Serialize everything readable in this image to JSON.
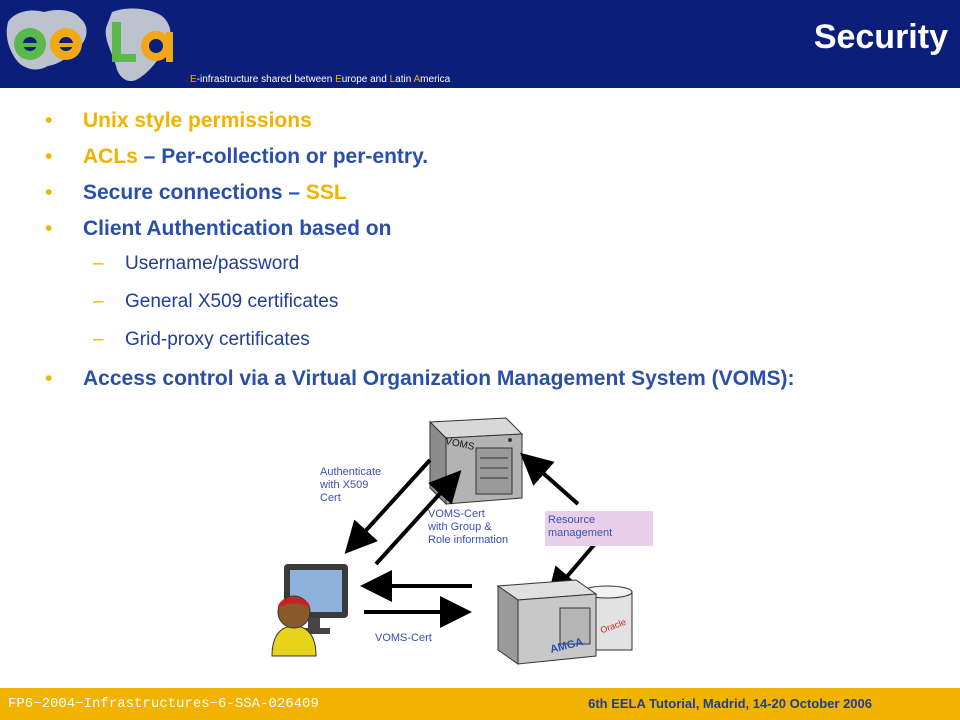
{
  "header": {
    "title": "Security",
    "tagline_parts": [
      "E",
      "-infrastructure shared between ",
      "E",
      "urope and ",
      "L",
      "atin ",
      "A",
      "merica"
    ],
    "logo_name": "eela-logo",
    "logo_text": "ee la"
  },
  "bullets": {
    "b1": "Unix style permissions",
    "b2_gold": "ACLs",
    "b2_rest": " – Per-collection or per-entry.",
    "b3_blue": "Secure connections – ",
    "b3_gold": "SSL",
    "b4": "Client Authentication based on",
    "sub": [
      "Username/password",
      "General X509 certificates",
      "Grid-proxy certificates"
    ],
    "b5": "Access control via a Virtual Organization Management System (VOMS):"
  },
  "diagram": {
    "voms_label": "VOMS",
    "authenticate_lines": [
      "Authenticate",
      "with X509",
      "Cert"
    ],
    "voms_cert_info_lines": [
      "VOMS-Cert",
      "with Group &",
      "Role information"
    ],
    "resource_mgmt_lines": [
      "Resource",
      "management"
    ],
    "voms_cert_label": "VOMS-Cert",
    "amga_label": "AMGA",
    "oracle_label": "Oracle"
  },
  "footer": {
    "project": "FP6−2004−Infrastructures−6-SSA-026409",
    "event": "6th EELA Tutorial, Madrid, 14-20 October 2006"
  },
  "colors": {
    "header_bg": "#0b1f7a",
    "footer_bg": "#f2b200",
    "accent_gold": "#f2b200",
    "text_blue": "#1f3d99"
  }
}
